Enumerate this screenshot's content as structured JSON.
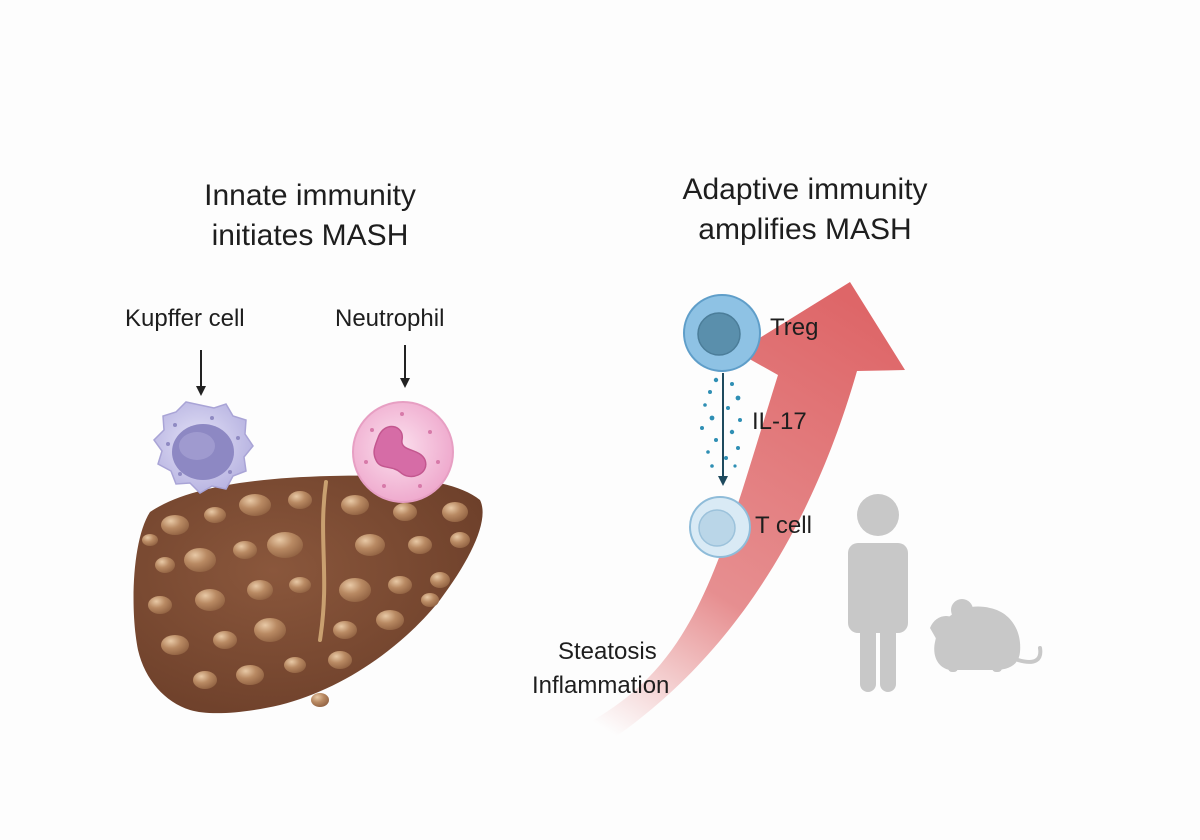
{
  "left_panel": {
    "title_line1": "Innate immunity",
    "title_line2": "initiates MASH",
    "kupffer_label": "Kupffer cell",
    "neutrophil_label": "Neutrophil"
  },
  "right_panel": {
    "title_line1": "Adaptive immunity",
    "title_line2": "amplifies MASH",
    "treg_label": "Treg",
    "cytokine_label": "IL-17",
    "tcell_label": "T cell",
    "stage_line1": "Steatosis",
    "stage_line2": "Inflammation"
  },
  "colors": {
    "liver": "#7b4a32",
    "fat_droplet": "#b98a63",
    "arrow": "#df6a6c",
    "kupffer": "#c9c6ea",
    "neutrophil": "#f2b8d6",
    "treg": "#7fb7dd",
    "tcell": "#cfe4f1",
    "silhouette": "#c8c8c8"
  },
  "icons": [
    "liver-icon",
    "kupffer-cell-icon",
    "neutrophil-icon",
    "treg-cell-icon",
    "t-cell-icon",
    "human-icon",
    "mouse-icon"
  ]
}
